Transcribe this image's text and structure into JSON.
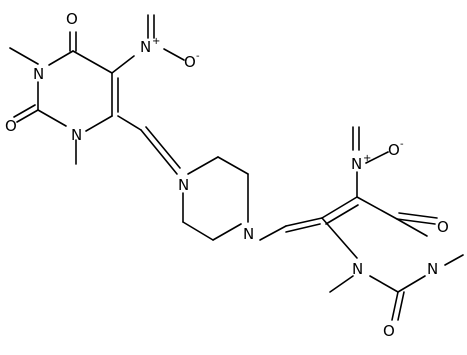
{
  "molecule": {
    "atoms": {
      "o_top_carbonyl": "O",
      "n_top_nitro": "N",
      "n_top_nitro_charge": "+",
      "o_top_nitro_minus": "O",
      "o_top_nitro_charge": "-",
      "n_top_ring_1": "N",
      "o_top_carbonyl_2": "O",
      "n_top_ring_2": "N",
      "n_piperazine_1": "N",
      "n_piperazine_2": "N",
      "n_bottom_nitro": "N",
      "n_bottom_nitro_charge": "+",
      "o_bottom_nitro_minus": "O",
      "o_bottom_nitro_charge": "-",
      "o_bottom_carbonyl_1": "O",
      "n_bottom_ring_1": "N",
      "n_bottom_ring_2": "N",
      "o_bottom_carbonyl_2": "O"
    }
  }
}
